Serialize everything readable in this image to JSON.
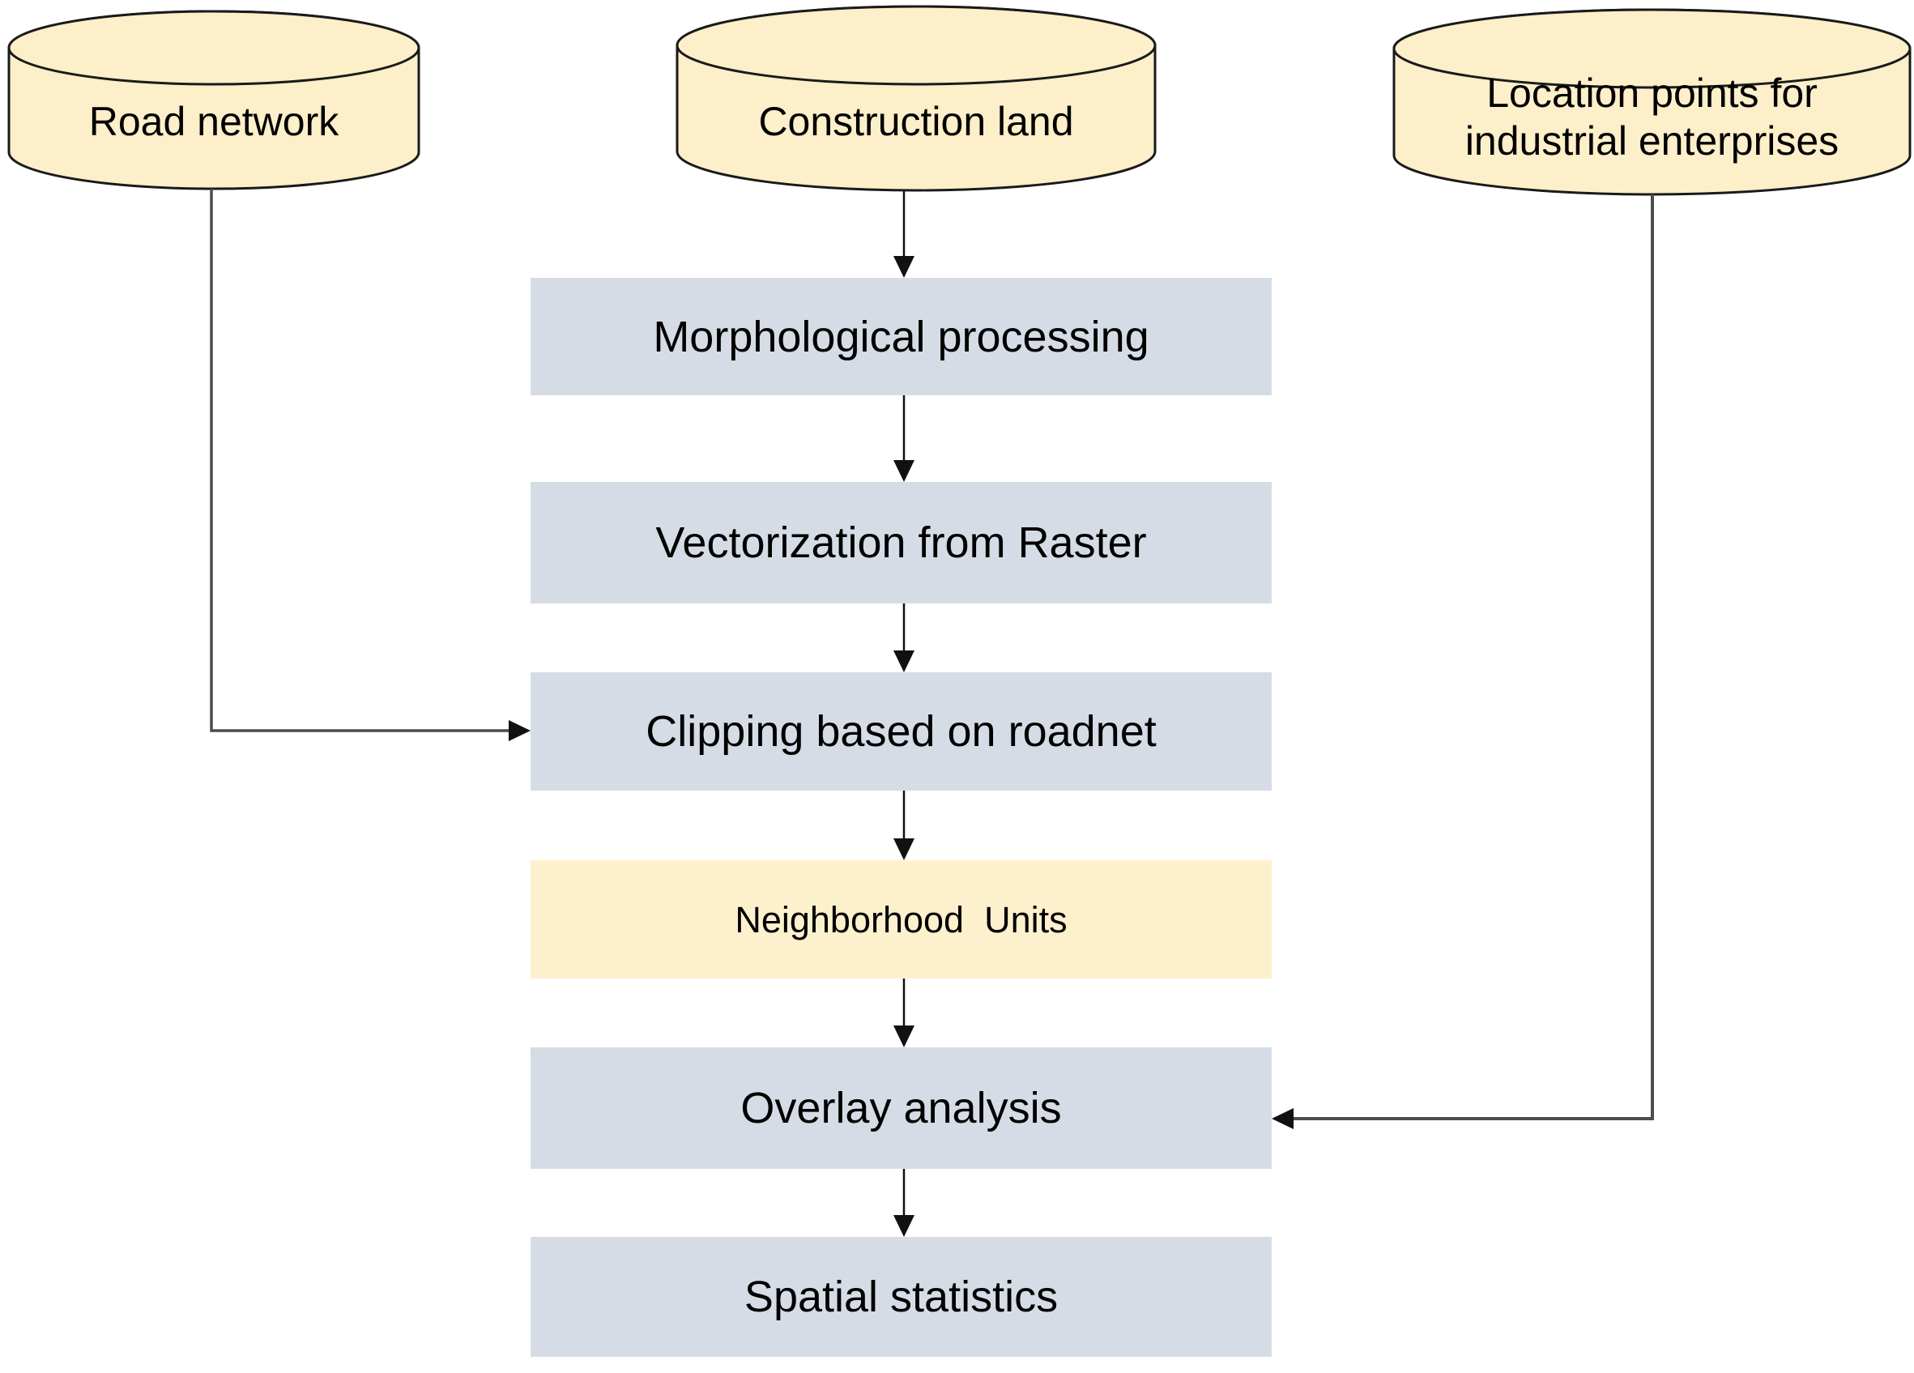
{
  "diagram": {
    "type": "flowchart",
    "background": "#ffffff",
    "palette": {
      "datastore_fill": "#fcefc9",
      "step_fill": "#d6dce5",
      "accent_step_fill": "#fdf0cd",
      "shape_stroke": "#1a1a1a",
      "arrow_color": "#111111",
      "connector_color": "#4d4d4d"
    },
    "datastores": [
      {
        "id": "road-network",
        "label": "Road network",
        "lines": [
          "Road network"
        ]
      },
      {
        "id": "construction-land",
        "label": "Construction land",
        "lines": [
          "Construction land"
        ]
      },
      {
        "id": "location-points",
        "label": "Location points for industrial enterprises",
        "lines": [
          "Location points for",
          "industrial enterprises"
        ]
      }
    ],
    "steps": [
      {
        "id": "morphological-processing",
        "label": "Morphological processing",
        "accent": false
      },
      {
        "id": "vectorization-from-raster",
        "label": "Vectorization from Raster",
        "accent": false
      },
      {
        "id": "clipping-based-on-roadnet",
        "label": "Clipping based on roadnet",
        "accent": false
      },
      {
        "id": "neighborhood-units",
        "label": "Neighborhood  Units",
        "accent": true
      },
      {
        "id": "overlay-analysis",
        "label": "Overlay analysis",
        "accent": false
      },
      {
        "id": "spatial-statistics",
        "label": "Spatial statistics",
        "accent": false
      }
    ],
    "edges": [
      {
        "from": "Construction land",
        "to": "Morphological processing"
      },
      {
        "from": "Morphological processing",
        "to": "Vectorization from Raster"
      },
      {
        "from": "Vectorization from Raster",
        "to": "Clipping based on roadnet"
      },
      {
        "from": "Road network",
        "to": "Clipping based on roadnet"
      },
      {
        "from": "Clipping based on roadnet",
        "to": "Neighborhood  Units"
      },
      {
        "from": "Neighborhood  Units",
        "to": "Overlay analysis"
      },
      {
        "from": "Location points for industrial enterprises",
        "to": "Overlay analysis"
      },
      {
        "from": "Overlay analysis",
        "to": "Spatial statistics"
      }
    ]
  }
}
